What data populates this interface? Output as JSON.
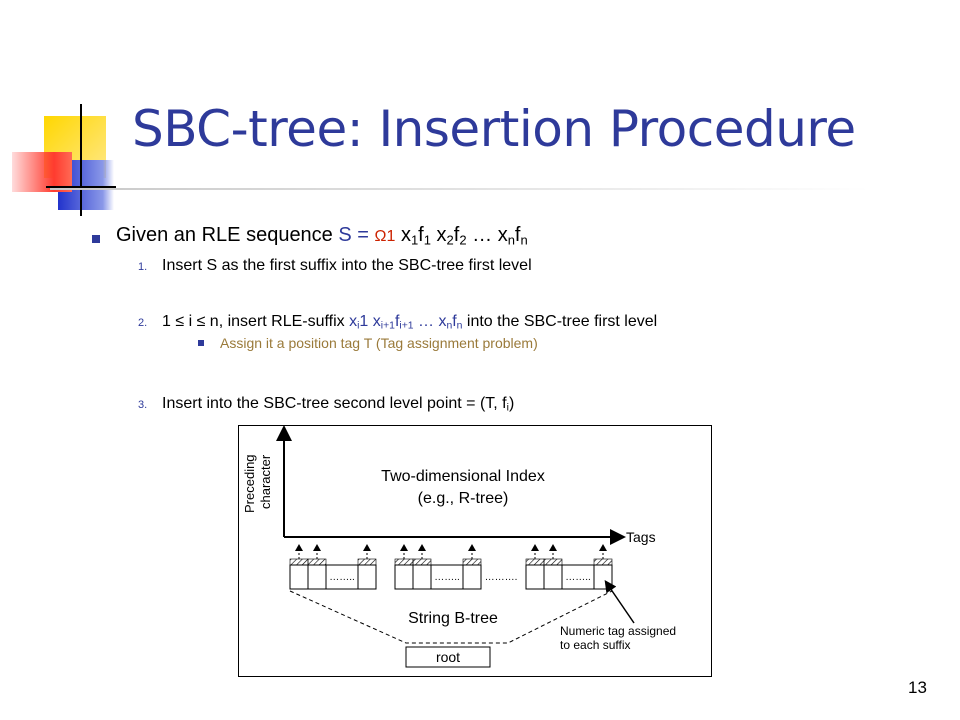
{
  "title": "SBC-tree: Insertion Procedure",
  "bullet": {
    "prefix": "Given an RLE sequence ",
    "s_eq": "S = ",
    "omega": "Ω1",
    "x1": "x",
    "s1": "1",
    "f1": "f",
    "t1": "1",
    "x2": "x",
    "s2": "2",
    "f2": "f",
    "t2": "2",
    "dots": " … ",
    "xn": "x",
    "sn": "n",
    "fn": "f",
    "tn": "n"
  },
  "steps": {
    "s1": {
      "num": "1.",
      "text": "Insert S as the first suffix into the SBC-tree first level"
    },
    "s2": {
      "num": "2.",
      "a": "1 ≤ i ≤ n, insert RLE-suffix ",
      "xi": "x",
      "i": "i",
      "one": "1",
      "xi1": "x",
      "i1": "i+1",
      "fi1": "f",
      "i1b": "i+1",
      "dots": " … ",
      "xn": "x",
      "n": "n",
      "fn": "f",
      "nb": "n",
      "b": " into the SBC-tree first level"
    },
    "sub": "Assign it a position tag T (Tag assignment problem)",
    "s3": {
      "num": "3.",
      "a": "Insert into the SBC-tree second level point = (T, f",
      "i": "i",
      "b": ")"
    }
  },
  "figure": {
    "ylabel1": "Preceding",
    "ylabel2": "character",
    "index1": "Two-dimensional Index",
    "index2": "(e.g., R-tree)",
    "xlabel": "Tags",
    "btree": "String B-tree",
    "note1": "Numeric tag assigned",
    "note2": "to each suffix",
    "root": "root"
  },
  "page_number": "13"
}
